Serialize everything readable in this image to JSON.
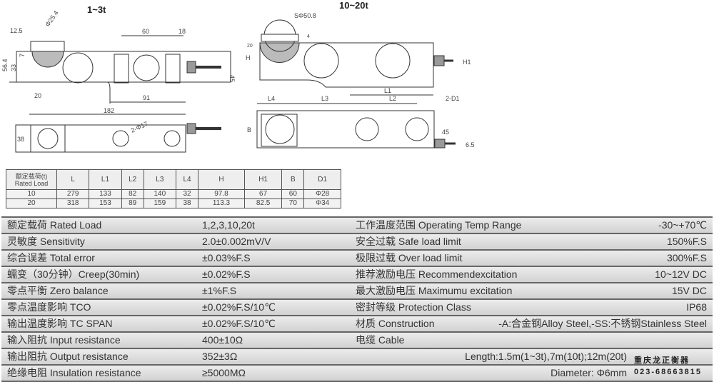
{
  "drawings": {
    "small": {
      "title": "1~3t",
      "dims": [
        "12.5",
        "Φ25.4",
        "60",
        "18",
        "56.4",
        "33",
        "7",
        "45",
        "20",
        "91",
        "182",
        "38",
        "2-Φ17"
      ]
    },
    "large": {
      "title": "10~20t",
      "dims": [
        "SΦ50.8",
        "H",
        "H1",
        "L1",
        "L4",
        "L3",
        "L2",
        "2-D1",
        "B",
        "45",
        "6.5",
        "20",
        "4"
      ]
    }
  },
  "dimension_table": {
    "headers": [
      "额定载荷(t) Rated Load",
      "L",
      "L1",
      "L2",
      "L3",
      "L4",
      "H",
      "H1",
      "B",
      "D1"
    ],
    "rows": [
      [
        "10",
        "279",
        "133",
        "82",
        "140",
        "32",
        "97.8",
        "67",
        "60",
        "Φ28"
      ],
      [
        "20",
        "318",
        "153",
        "89",
        "159",
        "38",
        "113.3",
        "82.5",
        "70",
        "Φ34"
      ]
    ]
  },
  "specs": [
    {
      "l": "额定载荷 Rated Load",
      "lv": "1,2,3,10,20t",
      "r": "工作温度范围 Operating Temp Range",
      "rv": "-30~+70℃"
    },
    {
      "l": "灵敏度 Sensitivity",
      "lv": "2.0±0.002mV/V",
      "r": "安全过载 Safe load limit",
      "rv": "150%F.S"
    },
    {
      "l": "综合误差 Total error",
      "lv": "±0.03%F.S",
      "r": "极限过载 Over load limit",
      "rv": "300%F.S"
    },
    {
      "l": "蠕变（30分钟）Creep(30min)",
      "lv": "±0.02%F.S",
      "r": "推荐激励电压 Recommendexcitation",
      "rv": "10~12V DC"
    },
    {
      "l": "零点平衡 Zero balance",
      "lv": "±1%F.S",
      "r": "最大激励电压 Maximumu excitation",
      "rv": "15V DC"
    },
    {
      "l": "零点温度影响 TCO",
      "lv": "±0.02%F.S/10℃",
      "r": "密封等级 Protection Class",
      "rv": "IP68"
    },
    {
      "l": "输出温度影响 TC SPAN",
      "lv": "±0.02%F.S/10℃",
      "r": "材质 Construction",
      "rv": "-A:合金钢Alloy Steel,-SS:不锈钢Stainless Steel"
    },
    {
      "l": "输入阻抗 Input resistance",
      "lv": "400±10Ω",
      "r": "电缆 Cable",
      "rv": ""
    },
    {
      "l": "输出阻抗 Output resistance",
      "lv": "352±3Ω",
      "r": "",
      "rv": "Length:1.5m(1~3t),7m(10t);12m(20t)"
    },
    {
      "l": "绝缘电阻 Insulation resistance",
      "lv": "≥5000MΩ",
      "r": "",
      "rv": "Diameter: Φ6mm"
    }
  ],
  "watermark": {
    "name": "重庆龙正衡器",
    "phone": "023-68663815"
  }
}
